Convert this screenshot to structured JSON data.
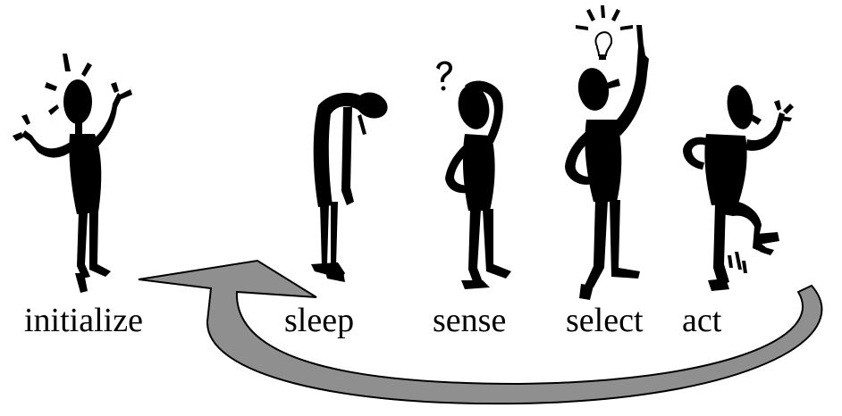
{
  "steps": [
    {
      "id": "initialize",
      "label": "initialize",
      "figure": "excited-figure-icon"
    },
    {
      "id": "sleep",
      "label": "sleep",
      "figure": "sleeping-figure-icon"
    },
    {
      "id": "sense",
      "label": "sense",
      "figure": "puzzled-figure-icon"
    },
    {
      "id": "select",
      "label": "select",
      "figure": "idea-figure-icon"
    },
    {
      "id": "act",
      "label": "act",
      "figure": "running-figure-icon"
    }
  ],
  "loop_arrow": {
    "from": "act",
    "to": "sleep",
    "fill_color": "#8f8f8f",
    "stroke_color": "#000000"
  },
  "colors": {
    "figure": "#000000",
    "background": "#ffffff"
  }
}
